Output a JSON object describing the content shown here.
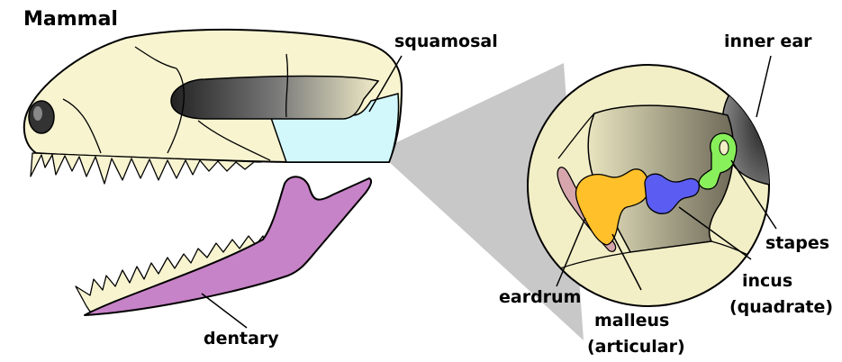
{
  "title": "Mammal",
  "labels": {
    "squamosal": "squamosal",
    "inner_ear": "inner ear",
    "stapes": "stapes",
    "incus": "incus",
    "quadrate": "(quadrate)",
    "eardrum": "eardrum",
    "malleus": "malleus",
    "articular": "(articular)",
    "dentary": "dentary"
  },
  "colors": {
    "skull": "#f8f4d0",
    "squamosal": "#d2f8fc",
    "dentary": "#c783c7",
    "malleus": "#ffc02a",
    "incus": "#5a5cf2",
    "stapes": "#88f05a",
    "eardrum": "#d6a6ac",
    "magnifier_bg": "#c8c8c8"
  }
}
